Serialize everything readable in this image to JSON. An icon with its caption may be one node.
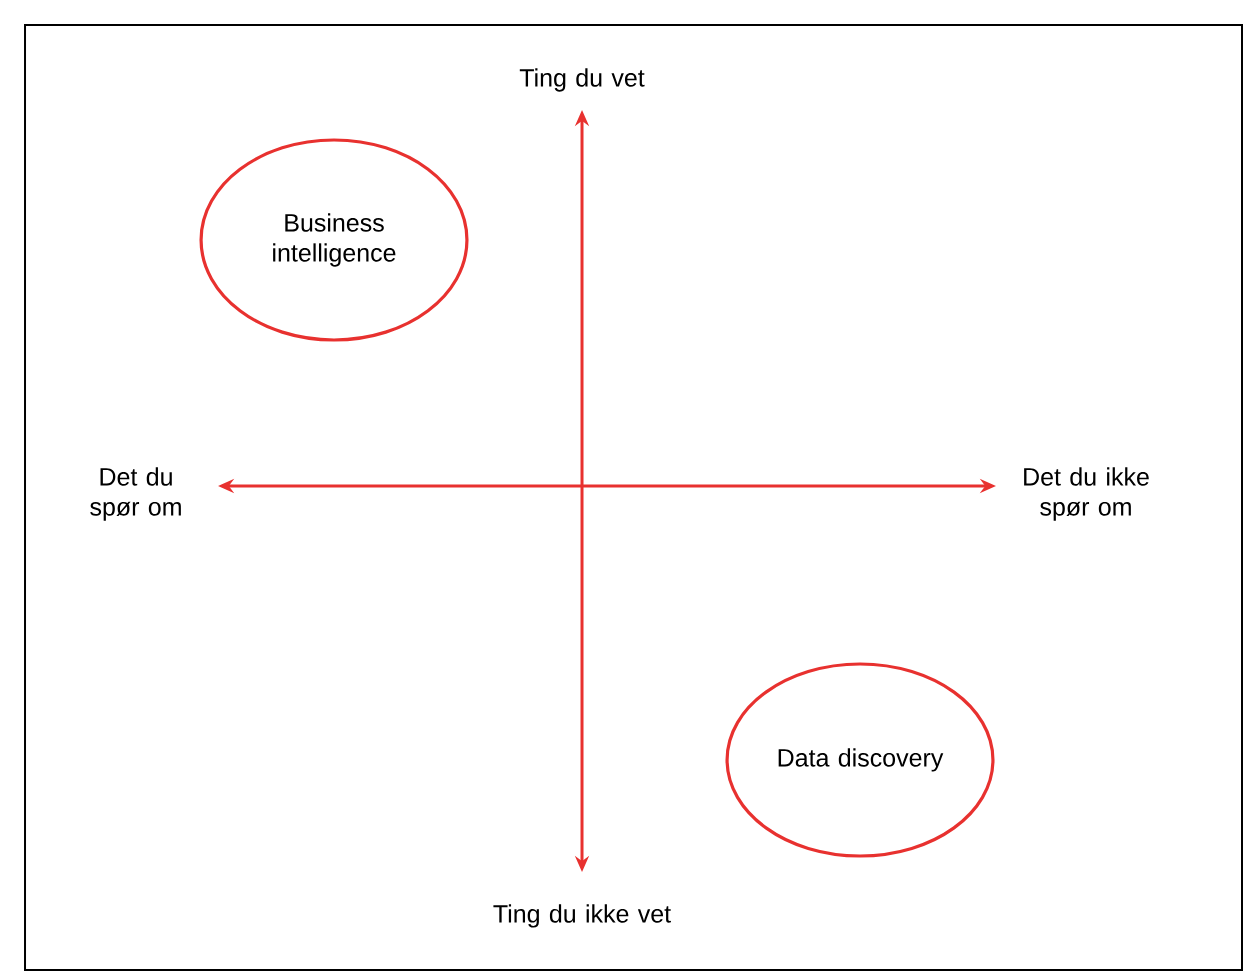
{
  "diagram": {
    "nodes": [
      {
        "text": [
          "Business intelligence"
        ]
      },
      {
        "text": [
          "Data discovery"
        ]
      }
    ],
    "labels": [
      "Ting du vet",
      "Det du spør om",
      "Det du ikke spør om",
      "Ting du ikke vet"
    ]
  }
}
